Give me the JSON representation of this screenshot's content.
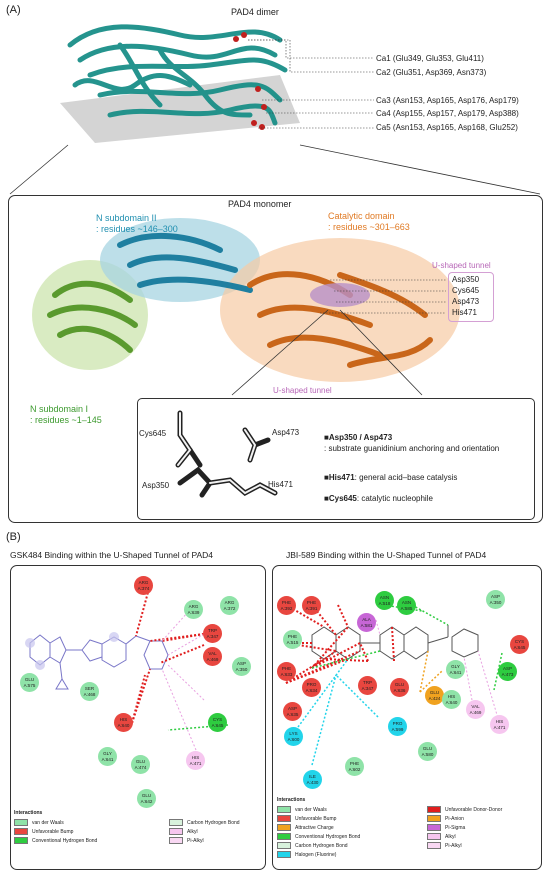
{
  "panelA": {
    "label": "(A)",
    "dimer_title": "PAD4 dimer",
    "ca_sites": [
      "Ca1 (Glu349, Glu353, Glu411)",
      "Ca2 (Glu351, Asp369, Asn373)",
      "Ca3 (Asn153, Asp165, Asp176, Asp179)",
      "Ca4 (Asp155, Asp157, Asp179, Asp388)",
      "Ca5 (Asn153, Asp165, Asp168, Glu252)"
    ],
    "monomer_title": "PAD4 monomer",
    "n_sub_2": "N subdomain II",
    "n_sub_2_res": ": residues ~146–300",
    "catalytic": "Catalytic domain",
    "catalytic_res": ": residues ~301–663",
    "n_sub_1": "N subdomain I",
    "n_sub_1_res": ": residues ~1–145",
    "tunnel_label_right": "U-shaped tunnel",
    "tunnel_label_bottom": "U-shaped tunnel",
    "tunnel_residues": [
      "Asp350",
      "Cys645",
      "Asp473",
      "His471"
    ],
    "inset": {
      "labels": {
        "cys": "Cys645",
        "asp473": "Asp473",
        "asp350": "Asp350",
        "his": "His471"
      },
      "notes": [
        {
          "bold": "Asp350 / Asp473",
          "text": ": substrate guanidinium anchoring and orientation"
        },
        {
          "bold": "His471",
          "text": ": general acid–base catalysis"
        },
        {
          "bold": "Cys645",
          "text": ": catalytic nucleophile"
        }
      ]
    },
    "colors": {
      "dimer": "#1a8f88",
      "nsub2": "#1f8fb0",
      "catalytic": "#e07a24",
      "nsub1": "#5a9a2e",
      "tunnel": "#b868b8"
    }
  },
  "panelB": {
    "label": "(B)",
    "left_title": "GSK484 Binding within the U-Shaped Tunnel of PAD4",
    "right_title": "JBI-589 Binding within the U-Shaped Tunnel of PAD4",
    "left_residues": [
      {
        "name": "ARG",
        "num": "A:374",
        "kind": "bump"
      },
      {
        "name": "ARG",
        "num": "A:639",
        "kind": "vdw"
      },
      {
        "name": "ARG",
        "num": "A:372",
        "kind": "vdw"
      },
      {
        "name": "TRP",
        "num": "A:347",
        "kind": "bump"
      },
      {
        "name": "VAL",
        "num": "A:469",
        "kind": "bump"
      },
      {
        "name": "ASP",
        "num": "A:350",
        "kind": "vdw"
      },
      {
        "name": "GLU",
        "num": "A:575",
        "kind": "vdw"
      },
      {
        "name": "SER",
        "num": "A:468",
        "kind": "vdw"
      },
      {
        "name": "HIS",
        "num": "A:640",
        "kind": "bump"
      },
      {
        "name": "CYS",
        "num": "A:645",
        "kind": "hbond"
      },
      {
        "name": "GLY",
        "num": "A:641",
        "kind": "vdw"
      },
      {
        "name": "GLU",
        "num": "A:474",
        "kind": "vdw"
      },
      {
        "name": "HIS",
        "num": "A:471",
        "kind": "alkyl"
      },
      {
        "name": "GLU",
        "num": "A:642",
        "kind": "vdw"
      }
    ],
    "right_residues": [
      {
        "name": "PHE",
        "num": "A:392",
        "kind": "bump"
      },
      {
        "name": "PHE",
        "num": "A:391",
        "kind": "bump"
      },
      {
        "name": "ASN",
        "num": "A:518",
        "kind": "hbond"
      },
      {
        "name": "ASN",
        "num": "A:585",
        "kind": "hbond"
      },
      {
        "name": "ASP",
        "num": "A:350",
        "kind": "vdw"
      },
      {
        "name": "PHE",
        "num": "A:515",
        "kind": "vdw"
      },
      {
        "name": "ALA",
        "num": "A:581",
        "kind": "sigma"
      },
      {
        "name": "CYS",
        "num": "A:645",
        "kind": "bump"
      },
      {
        "name": "PHE",
        "num": "A:633",
        "kind": "bump"
      },
      {
        "name": "GLY",
        "num": "A:641",
        "kind": "vdw"
      },
      {
        "name": "PRO",
        "num": "A:634",
        "kind": "bump"
      },
      {
        "name": "TRP",
        "num": "A:347",
        "kind": "bump"
      },
      {
        "name": "GLU",
        "num": "A:636",
        "kind": "bump"
      },
      {
        "name": "ASP",
        "num": "A:473",
        "kind": "hbond"
      },
      {
        "name": "ASP",
        "num": "A:635",
        "kind": "bump"
      },
      {
        "name": "GLU",
        "num": "A:424",
        "kind": "anion"
      },
      {
        "name": "HIS",
        "num": "A:640",
        "kind": "vdw"
      },
      {
        "name": "VAL",
        "num": "A:469",
        "kind": "alkyl"
      },
      {
        "name": "HIS",
        "num": "A:471",
        "kind": "alkyl"
      },
      {
        "name": "LYS",
        "num": "A:600",
        "kind": "halo"
      },
      {
        "name": "PRO",
        "num": "A:599",
        "kind": "halo"
      },
      {
        "name": "GLU",
        "num": "A:580",
        "kind": "vdw"
      },
      {
        "name": "PHE",
        "num": "A:602",
        "kind": "vdw"
      },
      {
        "name": "ILE",
        "num": "A:430",
        "kind": "halo"
      }
    ],
    "left_legend": {
      "title": "Interactions",
      "items": [
        {
          "label": "van der Waals",
          "color": "#8fe3a8"
        },
        {
          "label": "Unfavorable Bump",
          "color": "#e8463f"
        },
        {
          "label": "Conventional Hydrogen Bond",
          "color": "#2ecc40"
        },
        {
          "label": "Carbon Hydrogen Bond",
          "color": "#d8f2dc"
        },
        {
          "label": "Alkyl",
          "color": "#f6c6ef"
        },
        {
          "label": "Pi-Alkyl",
          "color": "#f9d8f3"
        }
      ]
    },
    "right_legend": {
      "title": "Interactions",
      "items": [
        {
          "label": "van der Waals",
          "color": "#8fe3a8"
        },
        {
          "label": "Unfavorable Bump",
          "color": "#e8463f"
        },
        {
          "label": "Attractive Charge",
          "color": "#f0a21f"
        },
        {
          "label": "Conventional Hydrogen Bond",
          "color": "#2ecc40"
        },
        {
          "label": "Carbon Hydrogen Bond",
          "color": "#d8f2dc"
        },
        {
          "label": "Halogen (Fluorine)",
          "color": "#22d4ea"
        },
        {
          "label": "Unfavorable Donor-Donor",
          "color": "#e01e1e"
        },
        {
          "label": "Pi-Anion",
          "color": "#f0a21f"
        },
        {
          "label": "Pi-Sigma",
          "color": "#c766d6"
        },
        {
          "label": "Alkyl",
          "color": "#f6c6ef"
        },
        {
          "label": "Pi-Alkyl",
          "color": "#f9d8f3"
        }
      ]
    }
  }
}
